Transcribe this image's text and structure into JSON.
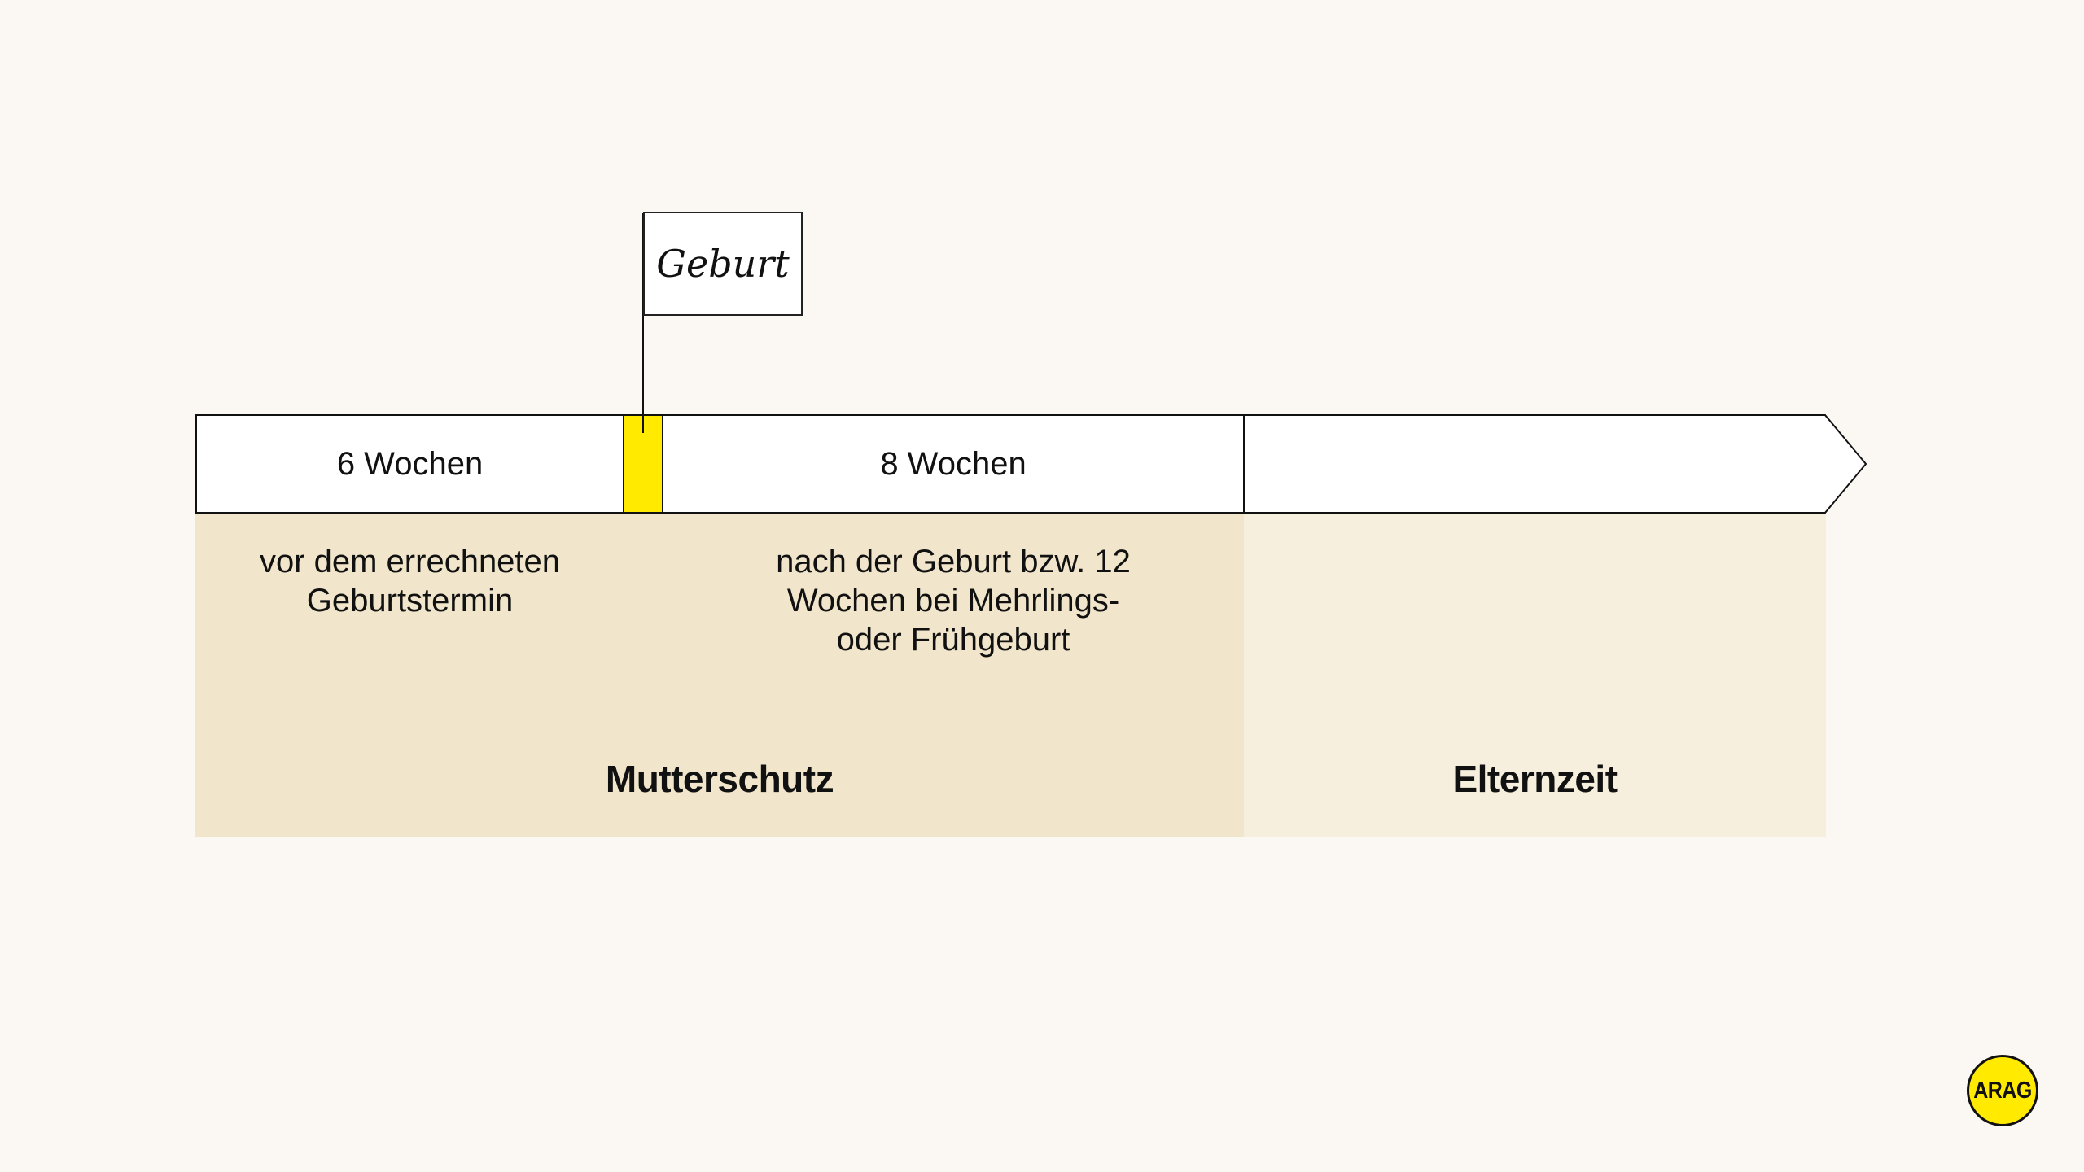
{
  "flag": {
    "label": "Geburt"
  },
  "timeline": {
    "segment_before": {
      "label": "6 Wochen"
    },
    "segment_after": {
      "label": "8 Wochen"
    },
    "segment_parental": {
      "label": ""
    }
  },
  "descriptions": {
    "before_lines": [
      "vor dem errechneten",
      "Geburtstermin"
    ],
    "after_lines": [
      "nach der Geburt bzw. 12",
      "Wochen bei Mehrlings-",
      "oder Frühgeburt"
    ]
  },
  "sections": {
    "mutterschutz": "Mutterschutz",
    "elternzeit": "Elternzeit"
  },
  "logo": {
    "text": "ARAG"
  },
  "colors": {
    "background": "#FBF8F3",
    "mutterschutz_panel": "#F1E6CB",
    "elternzeit_panel": "#F7EFDE",
    "birth_marker": "#FFEA00",
    "segment_fill": "#FFFFFF",
    "stroke": "#111111"
  }
}
